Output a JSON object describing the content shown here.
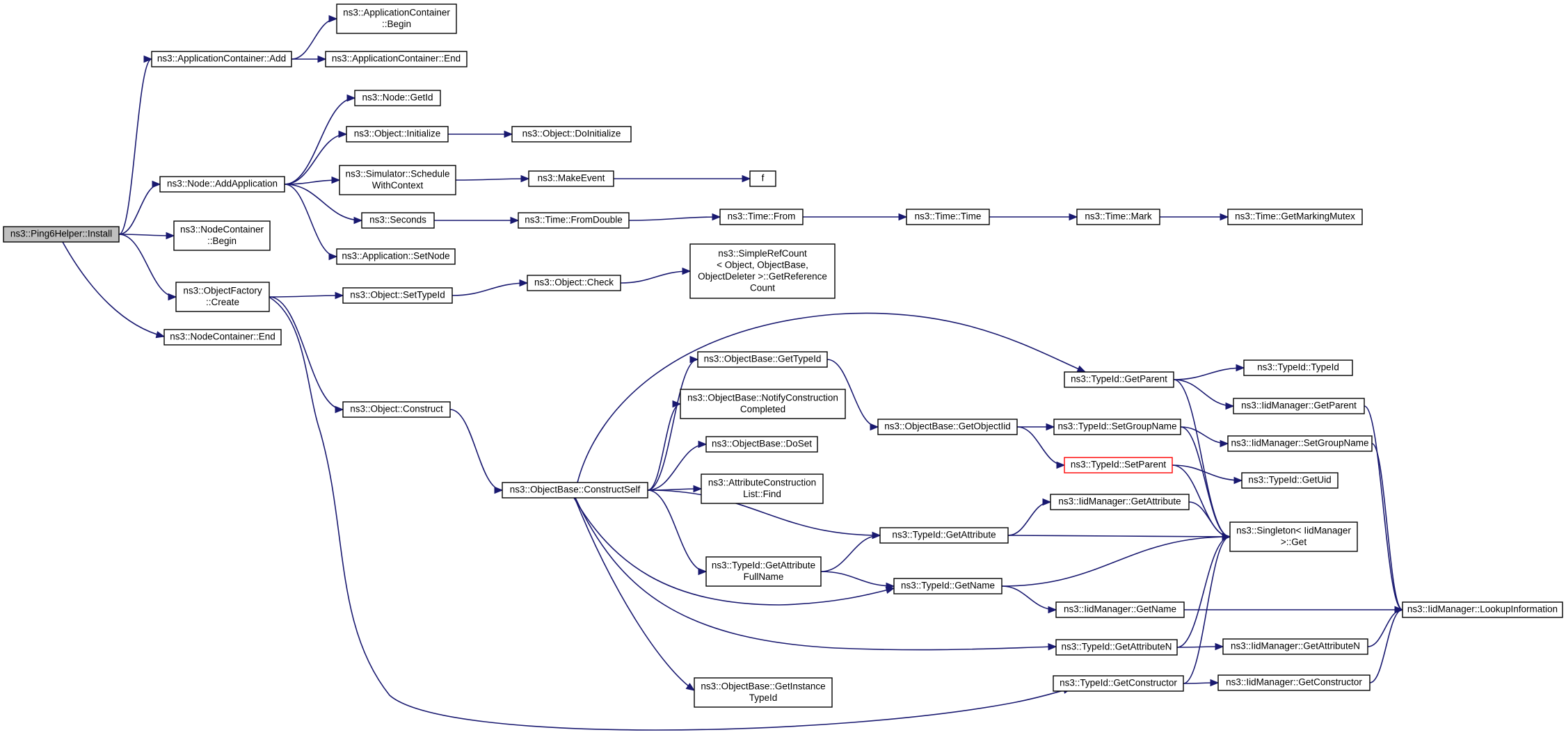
{
  "graph": {
    "edge_color": "#191970",
    "root_fill": "#bfbfbf",
    "highlight_border": "#ff0000",
    "nodes": [
      {
        "id": "n0",
        "lines": [
          "ns3::Ping6Helper::Install"
        ],
        "role": "root"
      },
      {
        "id": "n1",
        "lines": [
          "ns3::ApplicationContainer::Add"
        ]
      },
      {
        "id": "n2",
        "lines": [
          "ns3::ApplicationContainer",
          "::Begin"
        ]
      },
      {
        "id": "n3",
        "lines": [
          "ns3::ApplicationContainer::End"
        ]
      },
      {
        "id": "n4",
        "lines": [
          "ns3::Node::AddApplication"
        ]
      },
      {
        "id": "n5",
        "lines": [
          "ns3::Node::GetId"
        ]
      },
      {
        "id": "n6",
        "lines": [
          "ns3::Object::Initialize"
        ]
      },
      {
        "id": "n7",
        "lines": [
          "ns3::Object::DoInitialize"
        ]
      },
      {
        "id": "n8",
        "lines": [
          "ns3::Simulator::Schedule",
          "WithContext"
        ]
      },
      {
        "id": "n9",
        "lines": [
          "ns3::MakeEvent"
        ]
      },
      {
        "id": "n10",
        "lines": [
          "f"
        ]
      },
      {
        "id": "n11",
        "lines": [
          "ns3::Seconds"
        ]
      },
      {
        "id": "n12",
        "lines": [
          "ns3::Time::FromDouble"
        ]
      },
      {
        "id": "n13",
        "lines": [
          "ns3::Time::From"
        ]
      },
      {
        "id": "n14",
        "lines": [
          "ns3::Time::Time"
        ]
      },
      {
        "id": "n15",
        "lines": [
          "ns3::Time::Mark"
        ]
      },
      {
        "id": "n16",
        "lines": [
          "ns3::Time::GetMarkingMutex"
        ]
      },
      {
        "id": "n17",
        "lines": [
          "ns3::Application::SetNode"
        ]
      },
      {
        "id": "n18",
        "lines": [
          "ns3::NodeContainer",
          "::Begin"
        ]
      },
      {
        "id": "n19",
        "lines": [
          "ns3::ObjectFactory",
          "::Create"
        ]
      },
      {
        "id": "n20",
        "lines": [
          "ns3::Object::SetTypeId"
        ]
      },
      {
        "id": "n21",
        "lines": [
          "ns3::Object::Check"
        ]
      },
      {
        "id": "n22",
        "lines": [
          "ns3::SimpleRefCount",
          "< Object, ObjectBase,",
          "ObjectDeleter >::GetReference",
          "Count"
        ]
      },
      {
        "id": "n23",
        "lines": [
          "ns3::NodeContainer::End"
        ]
      },
      {
        "id": "n24",
        "lines": [
          "ns3::Object::Construct"
        ]
      },
      {
        "id": "n25",
        "lines": [
          "ns3::ObjectBase::ConstructSelf"
        ]
      },
      {
        "id": "n26",
        "lines": [
          "ns3::ObjectBase::GetTypeId"
        ]
      },
      {
        "id": "n27",
        "lines": [
          "ns3::ObjectBase::NotifyConstruction",
          "Completed"
        ]
      },
      {
        "id": "n28",
        "lines": [
          "ns3::ObjectBase::DoSet"
        ]
      },
      {
        "id": "n29",
        "lines": [
          "ns3::AttributeConstruction",
          "List::Find"
        ]
      },
      {
        "id": "n30",
        "lines": [
          "ns3::TypeId::GetAttribute",
          "FullName"
        ]
      },
      {
        "id": "n31",
        "lines": [
          "ns3::ObjectBase::GetInstance",
          "TypeId"
        ]
      },
      {
        "id": "n32",
        "lines": [
          "ns3::ObjectBase::GetObjectIid"
        ]
      },
      {
        "id": "n33",
        "lines": [
          "ns3::TypeId::GetAttribute"
        ]
      },
      {
        "id": "n34",
        "lines": [
          "ns3::TypeId::GetName"
        ]
      },
      {
        "id": "n35",
        "lines": [
          "ns3::TypeId::GetParent"
        ]
      },
      {
        "id": "n36",
        "lines": [
          "ns3::TypeId::SetGroupName"
        ]
      },
      {
        "id": "n37",
        "lines": [
          "ns3::TypeId::SetParent"
        ],
        "role": "highlight"
      },
      {
        "id": "n38",
        "lines": [
          "ns3::IidManager::GetAttribute"
        ]
      },
      {
        "id": "n39",
        "lines": [
          "ns3::IidManager::GetName"
        ]
      },
      {
        "id": "n40",
        "lines": [
          "ns3::TypeId::GetAttributeN"
        ]
      },
      {
        "id": "n41",
        "lines": [
          "ns3::TypeId::GetConstructor"
        ]
      },
      {
        "id": "n42",
        "lines": [
          "ns3::TypeId::TypeId"
        ]
      },
      {
        "id": "n43",
        "lines": [
          "ns3::IidManager::GetParent"
        ]
      },
      {
        "id": "n44",
        "lines": [
          "ns3::IidManager::SetGroupName"
        ]
      },
      {
        "id": "n45",
        "lines": [
          "ns3::TypeId::GetUid"
        ]
      },
      {
        "id": "n46",
        "lines": [
          "ns3::Singleton< IidManager",
          ">::Get"
        ]
      },
      {
        "id": "n47",
        "lines": [
          "ns3::IidManager::GetAttributeN"
        ]
      },
      {
        "id": "n48",
        "lines": [
          "ns3::IidManager::GetConstructor"
        ]
      },
      {
        "id": "n49",
        "lines": [
          "ns3::IidManager::LookupInformation"
        ]
      }
    ],
    "edges": [
      [
        "n0",
        "n1"
      ],
      [
        "n0",
        "n4"
      ],
      [
        "n0",
        "n18"
      ],
      [
        "n0",
        "n19"
      ],
      [
        "n0",
        "n23"
      ],
      [
        "n1",
        "n2"
      ],
      [
        "n1",
        "n3"
      ],
      [
        "n4",
        "n5"
      ],
      [
        "n4",
        "n6"
      ],
      [
        "n4",
        "n8"
      ],
      [
        "n4",
        "n11"
      ],
      [
        "n4",
        "n17"
      ],
      [
        "n6",
        "n7"
      ],
      [
        "n8",
        "n9"
      ],
      [
        "n9",
        "n10"
      ],
      [
        "n11",
        "n12"
      ],
      [
        "n12",
        "n13"
      ],
      [
        "n13",
        "n14"
      ],
      [
        "n14",
        "n15"
      ],
      [
        "n15",
        "n16"
      ],
      [
        "n19",
        "n20"
      ],
      [
        "n19",
        "n24"
      ],
      [
        "n19",
        "n41"
      ],
      [
        "n20",
        "n21"
      ],
      [
        "n21",
        "n22"
      ],
      [
        "n24",
        "n25"
      ],
      [
        "n25",
        "n26"
      ],
      [
        "n25",
        "n27"
      ],
      [
        "n25",
        "n28"
      ],
      [
        "n25",
        "n29"
      ],
      [
        "n25",
        "n30"
      ],
      [
        "n25",
        "n31"
      ],
      [
        "n25",
        "n33"
      ],
      [
        "n25",
        "n34"
      ],
      [
        "n25",
        "n35"
      ],
      [
        "n25",
        "n40"
      ],
      [
        "n26",
        "n32"
      ],
      [
        "n30",
        "n33"
      ],
      [
        "n30",
        "n34"
      ],
      [
        "n32",
        "n36"
      ],
      [
        "n32",
        "n37"
      ],
      [
        "n33",
        "n38"
      ],
      [
        "n33",
        "n46"
      ],
      [
        "n34",
        "n39"
      ],
      [
        "n34",
        "n46"
      ],
      [
        "n35",
        "n42"
      ],
      [
        "n35",
        "n43"
      ],
      [
        "n35",
        "n46"
      ],
      [
        "n36",
        "n44"
      ],
      [
        "n36",
        "n46"
      ],
      [
        "n37",
        "n45"
      ],
      [
        "n37",
        "n46"
      ],
      [
        "n38",
        "n46"
      ],
      [
        "n39",
        "n49"
      ],
      [
        "n40",
        "n47"
      ],
      [
        "n40",
        "n46"
      ],
      [
        "n41",
        "n48"
      ],
      [
        "n41",
        "n46"
      ],
      [
        "n43",
        "n49"
      ],
      [
        "n44",
        "n49"
      ],
      [
        "n47",
        "n49"
      ],
      [
        "n48",
        "n49"
      ]
    ]
  }
}
